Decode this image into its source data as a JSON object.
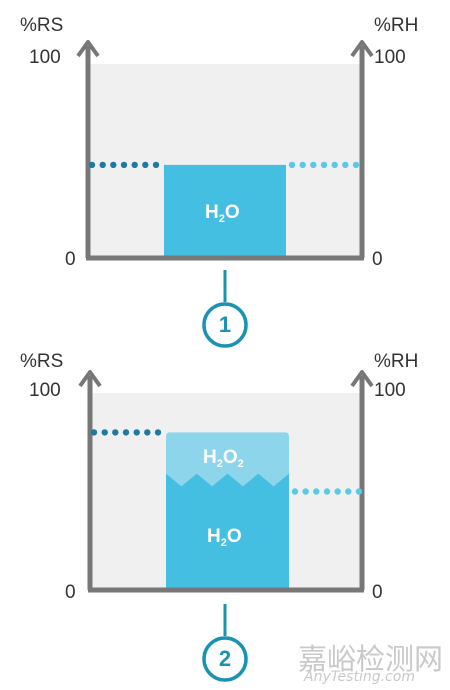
{
  "colors": {
    "axis": "#777777",
    "plot_bg": "#f0f0f0",
    "water": "#45bfe1",
    "peroxide": "#8dd5ea",
    "dot_dark": "#1c7aa5",
    "dot_light": "#5bc8e8",
    "step_circle": "#1a93b2",
    "text": "#333333",
    "watermark": "#c9c9c9"
  },
  "panels": [
    {
      "left_axis_label": "%RS",
      "right_axis_label": "%RH",
      "left_top_tick": "100",
      "right_top_tick": "100",
      "left_bottom_tick": "0",
      "right_bottom_tick": "0",
      "left_level_pct": 48,
      "right_level_pct": 48,
      "h2o_fill_pct": 48,
      "liquid_label": {
        "base": "H",
        "sub": "2",
        "tail": "O"
      },
      "step_number": "1"
    },
    {
      "left_axis_label": "%RS",
      "right_axis_label": "%RH",
      "left_top_tick": "100",
      "right_top_tick": "100",
      "left_bottom_tick": "0",
      "right_bottom_tick": "0",
      "left_level_pct": 80,
      "right_level_pct": 50,
      "h2o_fill_pct": 55,
      "h2o2_fill_pct": 80,
      "liquid_label": {
        "base": "H",
        "sub": "2",
        "tail": "O"
      },
      "layer_label": {
        "base": "H",
        "sub1": "2",
        "mid": "O",
        "sub2": "2"
      },
      "step_number": "2"
    }
  ],
  "watermark": {
    "line1": "嘉峪检测网",
    "line2": "AnyTesting.com"
  }
}
